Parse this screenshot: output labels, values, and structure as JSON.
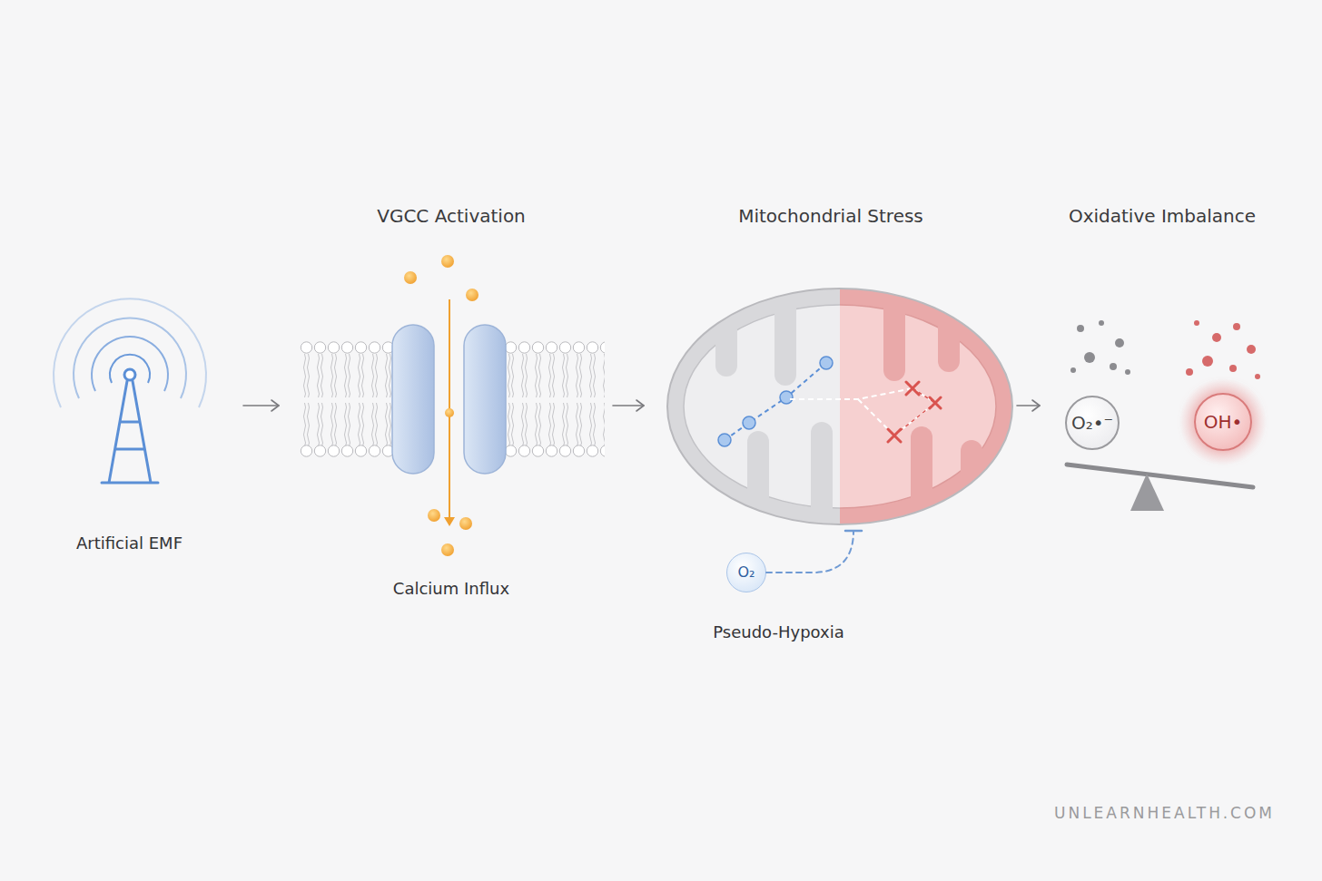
{
  "diagram": {
    "nodes": [
      {
        "text": [
          "Artificial EMF"
        ]
      },
      {
        "text": [
          "VGCC Activation",
          "Calcium Influx"
        ]
      },
      {
        "text": [
          "Mitochondrial Stress"
        ]
      },
      {
        "text": [
          "O₂",
          "Pseudo-Hypoxia"
        ]
      },
      {
        "text": [
          "Oxidative Imbalance"
        ]
      },
      {
        "text": [
          "O₂•⁻"
        ],
        "in": 4
      },
      {
        "text": [
          "OH•"
        ],
        "in": 4
      }
    ],
    "edges": [
      {
        "from": 0,
        "to": 1,
        "arrow": "to"
      },
      {
        "from": 1,
        "to": 2,
        "arrow": "to"
      },
      {
        "from": 2,
        "to": 4,
        "arrow": "to"
      },
      {
        "from": 3,
        "to": 2,
        "arrow": "to"
      }
    ],
    "labels": [
      "UNLEARNHEALTH.COM"
    ]
  }
}
